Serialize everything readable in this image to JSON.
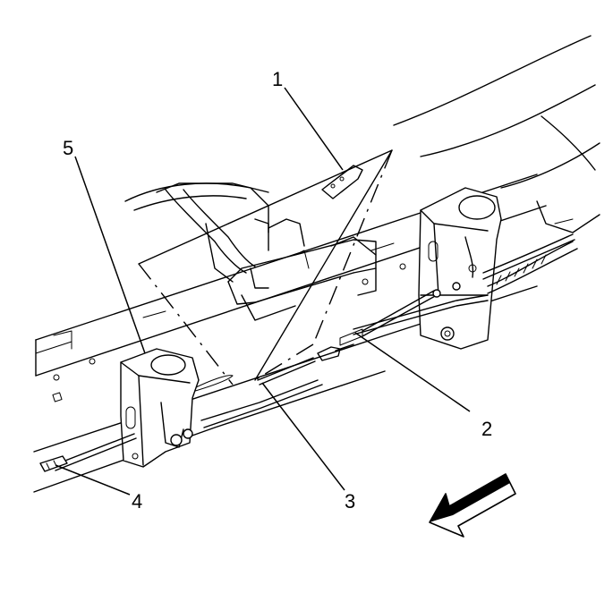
{
  "figure": {
    "callouts": {
      "c1": "1",
      "c2": "2",
      "c3": "3",
      "c4": "4",
      "c5": "5"
    },
    "direction_arrow_icon": "front-arrow-icon"
  }
}
